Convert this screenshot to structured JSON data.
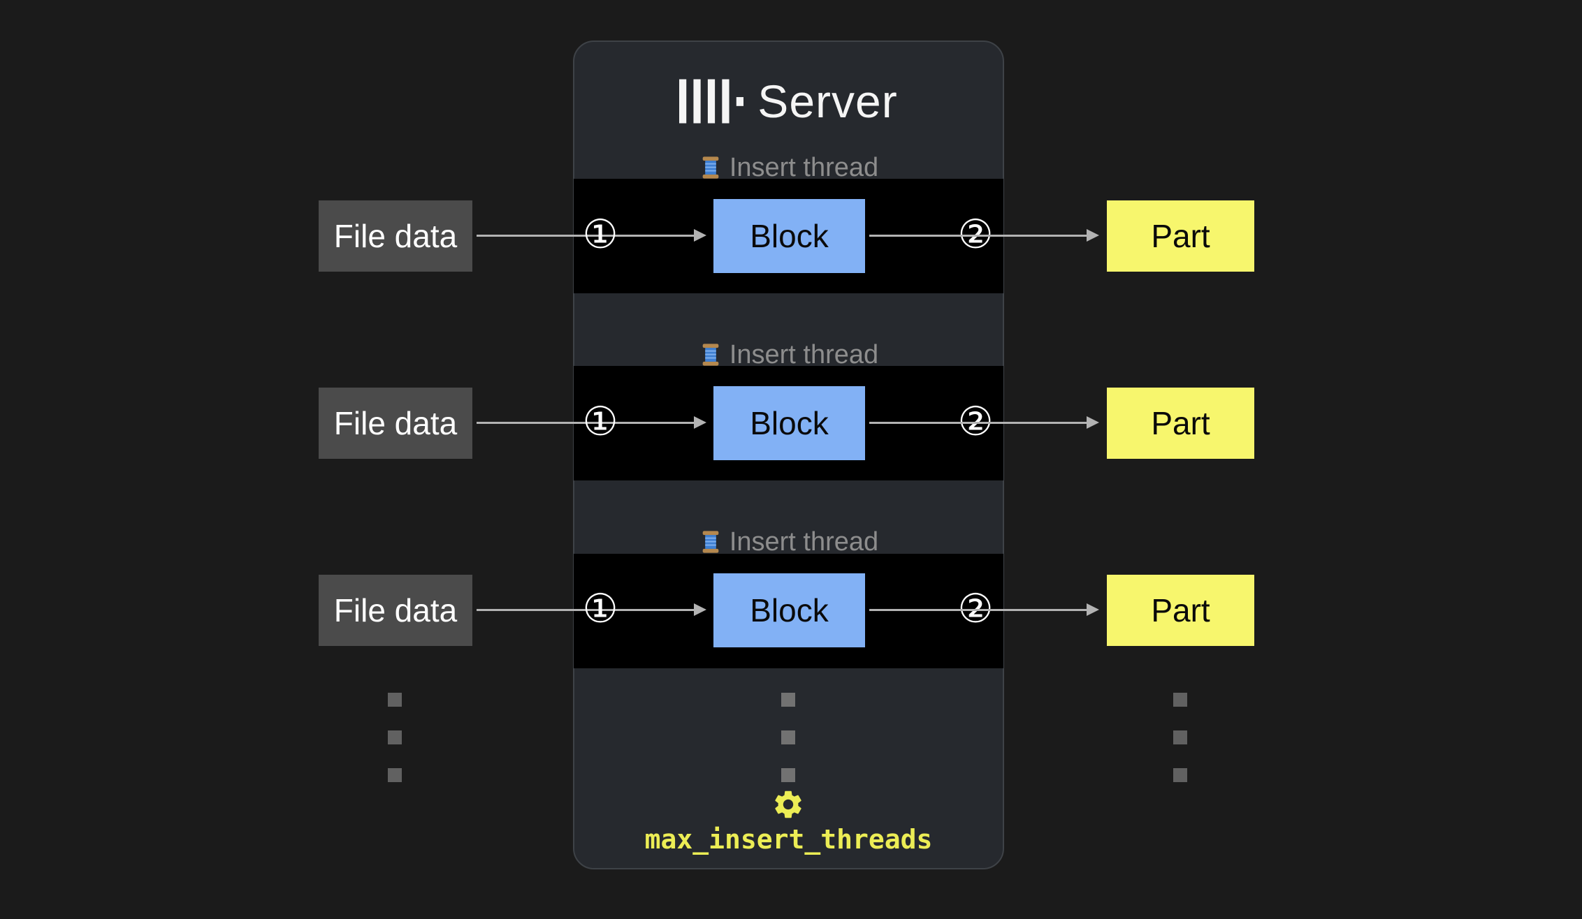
{
  "diagram": {
    "server": {
      "title": "Server",
      "logo_icon": "clickhouse-bars-logo"
    },
    "rows": [
      {
        "thread_icon": "thread-spool-icon",
        "thread_label": "Insert thread",
        "step_in": "①",
        "step_out": "②",
        "file": "File data",
        "block": "Block",
        "part": "Part"
      },
      {
        "thread_icon": "thread-spool-icon",
        "thread_label": "Insert thread",
        "step_in": "①",
        "step_out": "②",
        "file": "File data",
        "block": "Block",
        "part": "Part"
      },
      {
        "thread_icon": "thread-spool-icon",
        "thread_label": "Insert thread",
        "step_in": "①",
        "step_out": "②",
        "file": "File data",
        "block": "Block",
        "part": "Part"
      }
    ],
    "footer": {
      "gear_icon": "gear-icon",
      "setting_name": "max_insert_threads"
    },
    "colors": {
      "background": "#1b1b1b",
      "panel": "#26292e",
      "band": "#000000",
      "file_box": "#4b4b4b",
      "block_box": "#82b1f5",
      "part_box": "#f7f66d",
      "accent_yellow": "#eced55",
      "muted_text": "#8d8d8d",
      "arrow": "#b3b3b3"
    }
  }
}
